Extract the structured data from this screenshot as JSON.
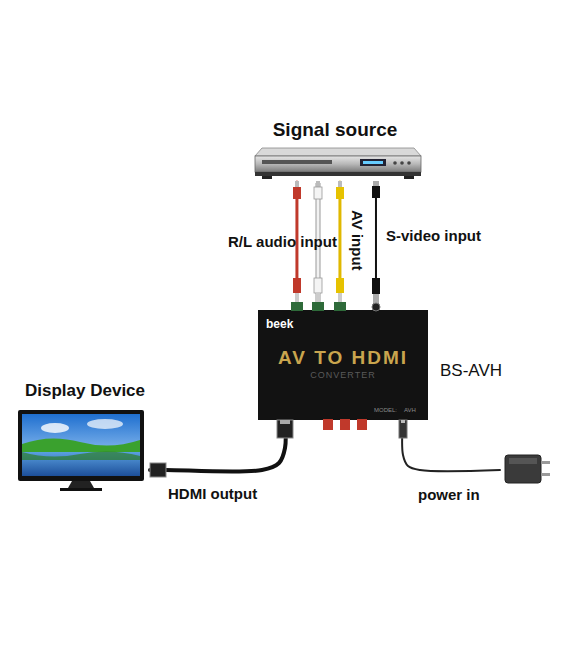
{
  "diagram": {
    "nodes": [
      {
        "text": [
          "Signal source"
        ]
      },
      {
        "text": [
          "beek",
          "AV TO HDMI",
          "CONVERTER",
          "MODEL:",
          "AVH",
          "BS-AVH"
        ]
      },
      {
        "text": [
          "Display Device"
        ]
      },
      {
        "text": [
          "power in"
        ]
      }
    ],
    "edges": [
      {
        "from": 0,
        "to": 1,
        "label": "R/L audio input",
        "arrow": "none"
      },
      {
        "from": 0,
        "to": 1,
        "label": "AV input",
        "arrow": "none"
      },
      {
        "from": 0,
        "to": 1,
        "label": "S-video input",
        "arrow": "none"
      },
      {
        "from": 1,
        "to": 2,
        "label": "HDMI output",
        "arrow": "none"
      },
      {
        "from": 3,
        "to": 1,
        "arrow": "none"
      }
    ]
  }
}
